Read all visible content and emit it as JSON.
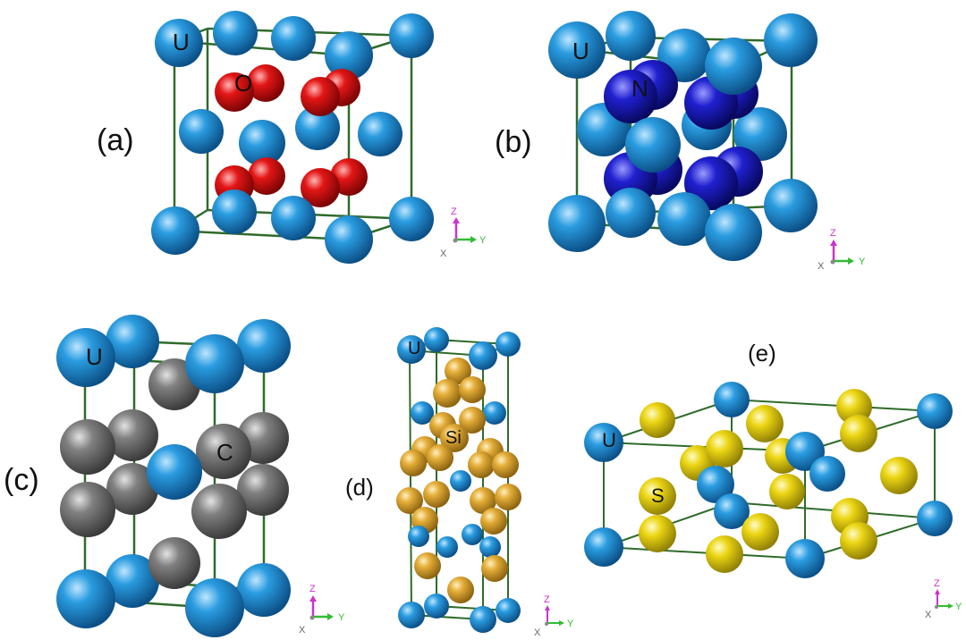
{
  "panels": [
    {
      "id": "a",
      "label": "(a)",
      "atoms": [
        "U",
        "O"
      ],
      "axes": {
        "z": "Z",
        "y": "Y",
        "x": "X"
      }
    },
    {
      "id": "b",
      "label": "(b)",
      "atoms": [
        "U",
        "N"
      ],
      "axes": {
        "z": "Z",
        "y": "Y",
        "x": "X"
      }
    },
    {
      "id": "c",
      "label": "(c)",
      "atoms": [
        "U",
        "C"
      ],
      "axes": {
        "z": "Z",
        "y": "Y",
        "x": "X"
      }
    },
    {
      "id": "d",
      "label": "(d)",
      "atoms": [
        "U",
        "Si"
      ],
      "axes": {
        "z": "Z",
        "y": "Y",
        "x": "X"
      }
    },
    {
      "id": "e",
      "label": "(e)",
      "atoms": [
        "U",
        "S"
      ],
      "axes": {
        "z": "Z",
        "y": "Y",
        "x": "X"
      }
    }
  ],
  "colors": {
    "U": "#1f8fd6",
    "O": "#e01414",
    "N": "#1a1acc",
    "C": "#7c7c7c",
    "Si": "#e3ad36",
    "S": "#ecd614",
    "bond": "#2f6b2a",
    "axis_z": "#cc33cc",
    "axis_y": "#33bb33",
    "axis_x": "#888888"
  }
}
